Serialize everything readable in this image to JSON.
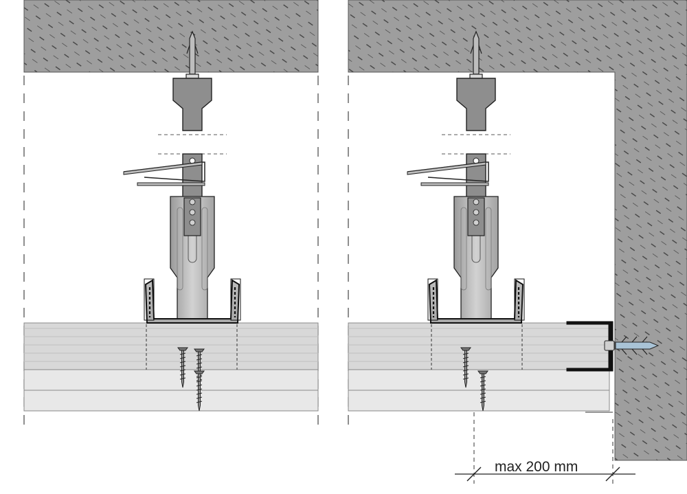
{
  "dimension": {
    "label": "max 200 mm"
  },
  "details": [
    {
      "name": "left-detail"
    },
    {
      "name": "right-detail"
    }
  ],
  "colors": {
    "concrete": "#9e9e9e",
    "hatch": "#3c3c3c",
    "metal_light": "#cfcfcf",
    "metal_mid": "#b4b4b4",
    "metal_dark": "#8a8a8a",
    "board": "#e6e6e6",
    "board_lines": "#c8c8c8",
    "plug": "#a9c3d6",
    "line": "#111111"
  }
}
